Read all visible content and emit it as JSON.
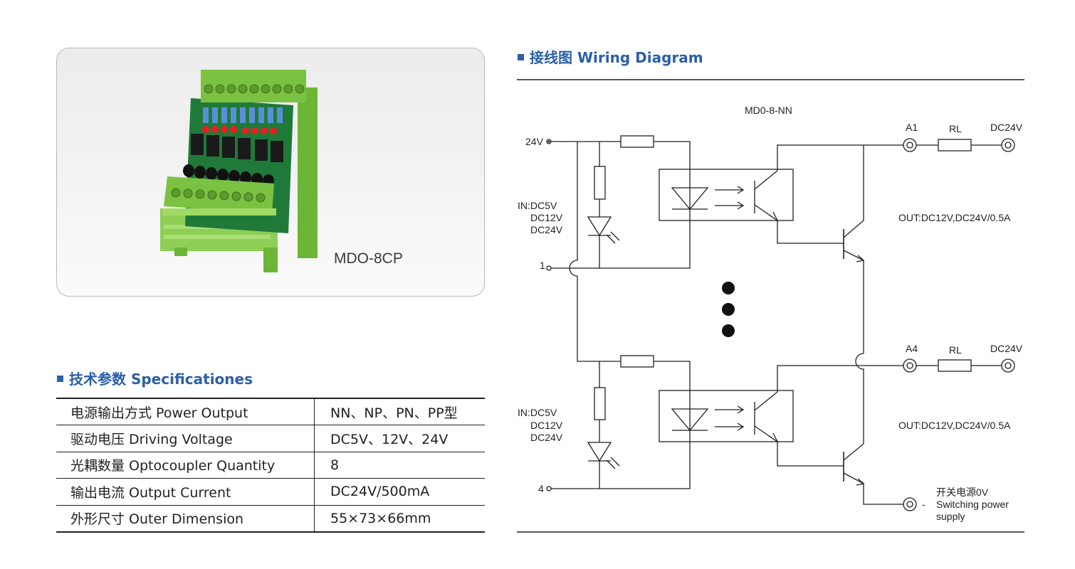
{
  "product": {
    "model_label": "MDO-8CP"
  },
  "specifications": {
    "heading": "技术参数 Specificationes",
    "rows": [
      {
        "param": "电源输出方式 Power Output",
        "value": "NN、NP、PN、PP型"
      },
      {
        "param": "驱动电压 Driving Voltage",
        "value": "DC5V、12V、24V"
      },
      {
        "param": "光耦数量 Optocoupler Quantity",
        "value": "8"
      },
      {
        "param": "输出电流 Output Current",
        "value": "DC24V/500mA"
      },
      {
        "param": "外形尺寸 Outer Dimension",
        "value": "55×73×66mm"
      }
    ]
  },
  "wiring": {
    "heading": "接线图 Wiring Diagram",
    "title": "MD0-8-NN",
    "input_supply": "24V",
    "channel_1": {
      "input_terminal": "1",
      "input_voltage": [
        "IN:DC5V",
        "DC12V",
        "DC24V"
      ],
      "output_terminal": "A1",
      "load": "RL",
      "load_supply": "DC24V",
      "output_rating": "OUT:DC12V,DC24V/0.5A"
    },
    "channel_4": {
      "input_terminal": "4",
      "input_voltage": [
        "IN:DC5V",
        "DC12V",
        "DC24V"
      ],
      "output_terminal": "A4",
      "load": "RL",
      "load_supply": "DC24V",
      "output_rating": "OUT:DC12V,DC24V/0.5A"
    },
    "ground_sign": "-",
    "ground_label": [
      "开关电源0V",
      "Switching power",
      "supply"
    ]
  },
  "colors": {
    "heading_blue": "#2b5fa8",
    "board_green": "#7cc242",
    "pcb_green": "#1f7a3a",
    "led_red": "#e62020",
    "resistor_blue": "#5a8fd8"
  }
}
